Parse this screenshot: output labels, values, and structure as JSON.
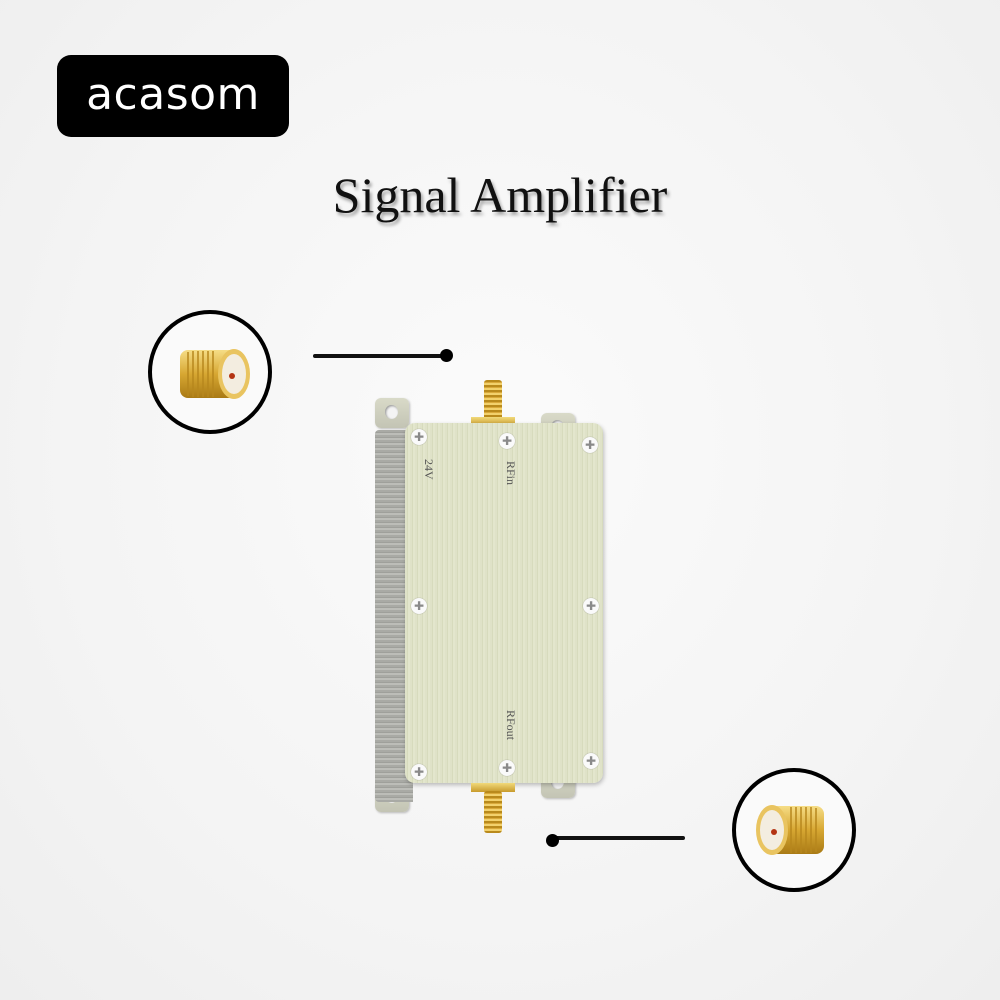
{
  "brand": {
    "logo_text": "acasom"
  },
  "title": "Signal Amplifier",
  "product": {
    "labels": {
      "power": "24V",
      "input": "RFin",
      "output": "RFout"
    },
    "body_color": "#dfe2c8",
    "side_color": "#abaca7",
    "connector_color": "#e1b544"
  },
  "callouts": [
    {
      "name": "rf-input-connector",
      "position": "top-left"
    },
    {
      "name": "rf-output-connector",
      "position": "bottom-right"
    }
  ]
}
